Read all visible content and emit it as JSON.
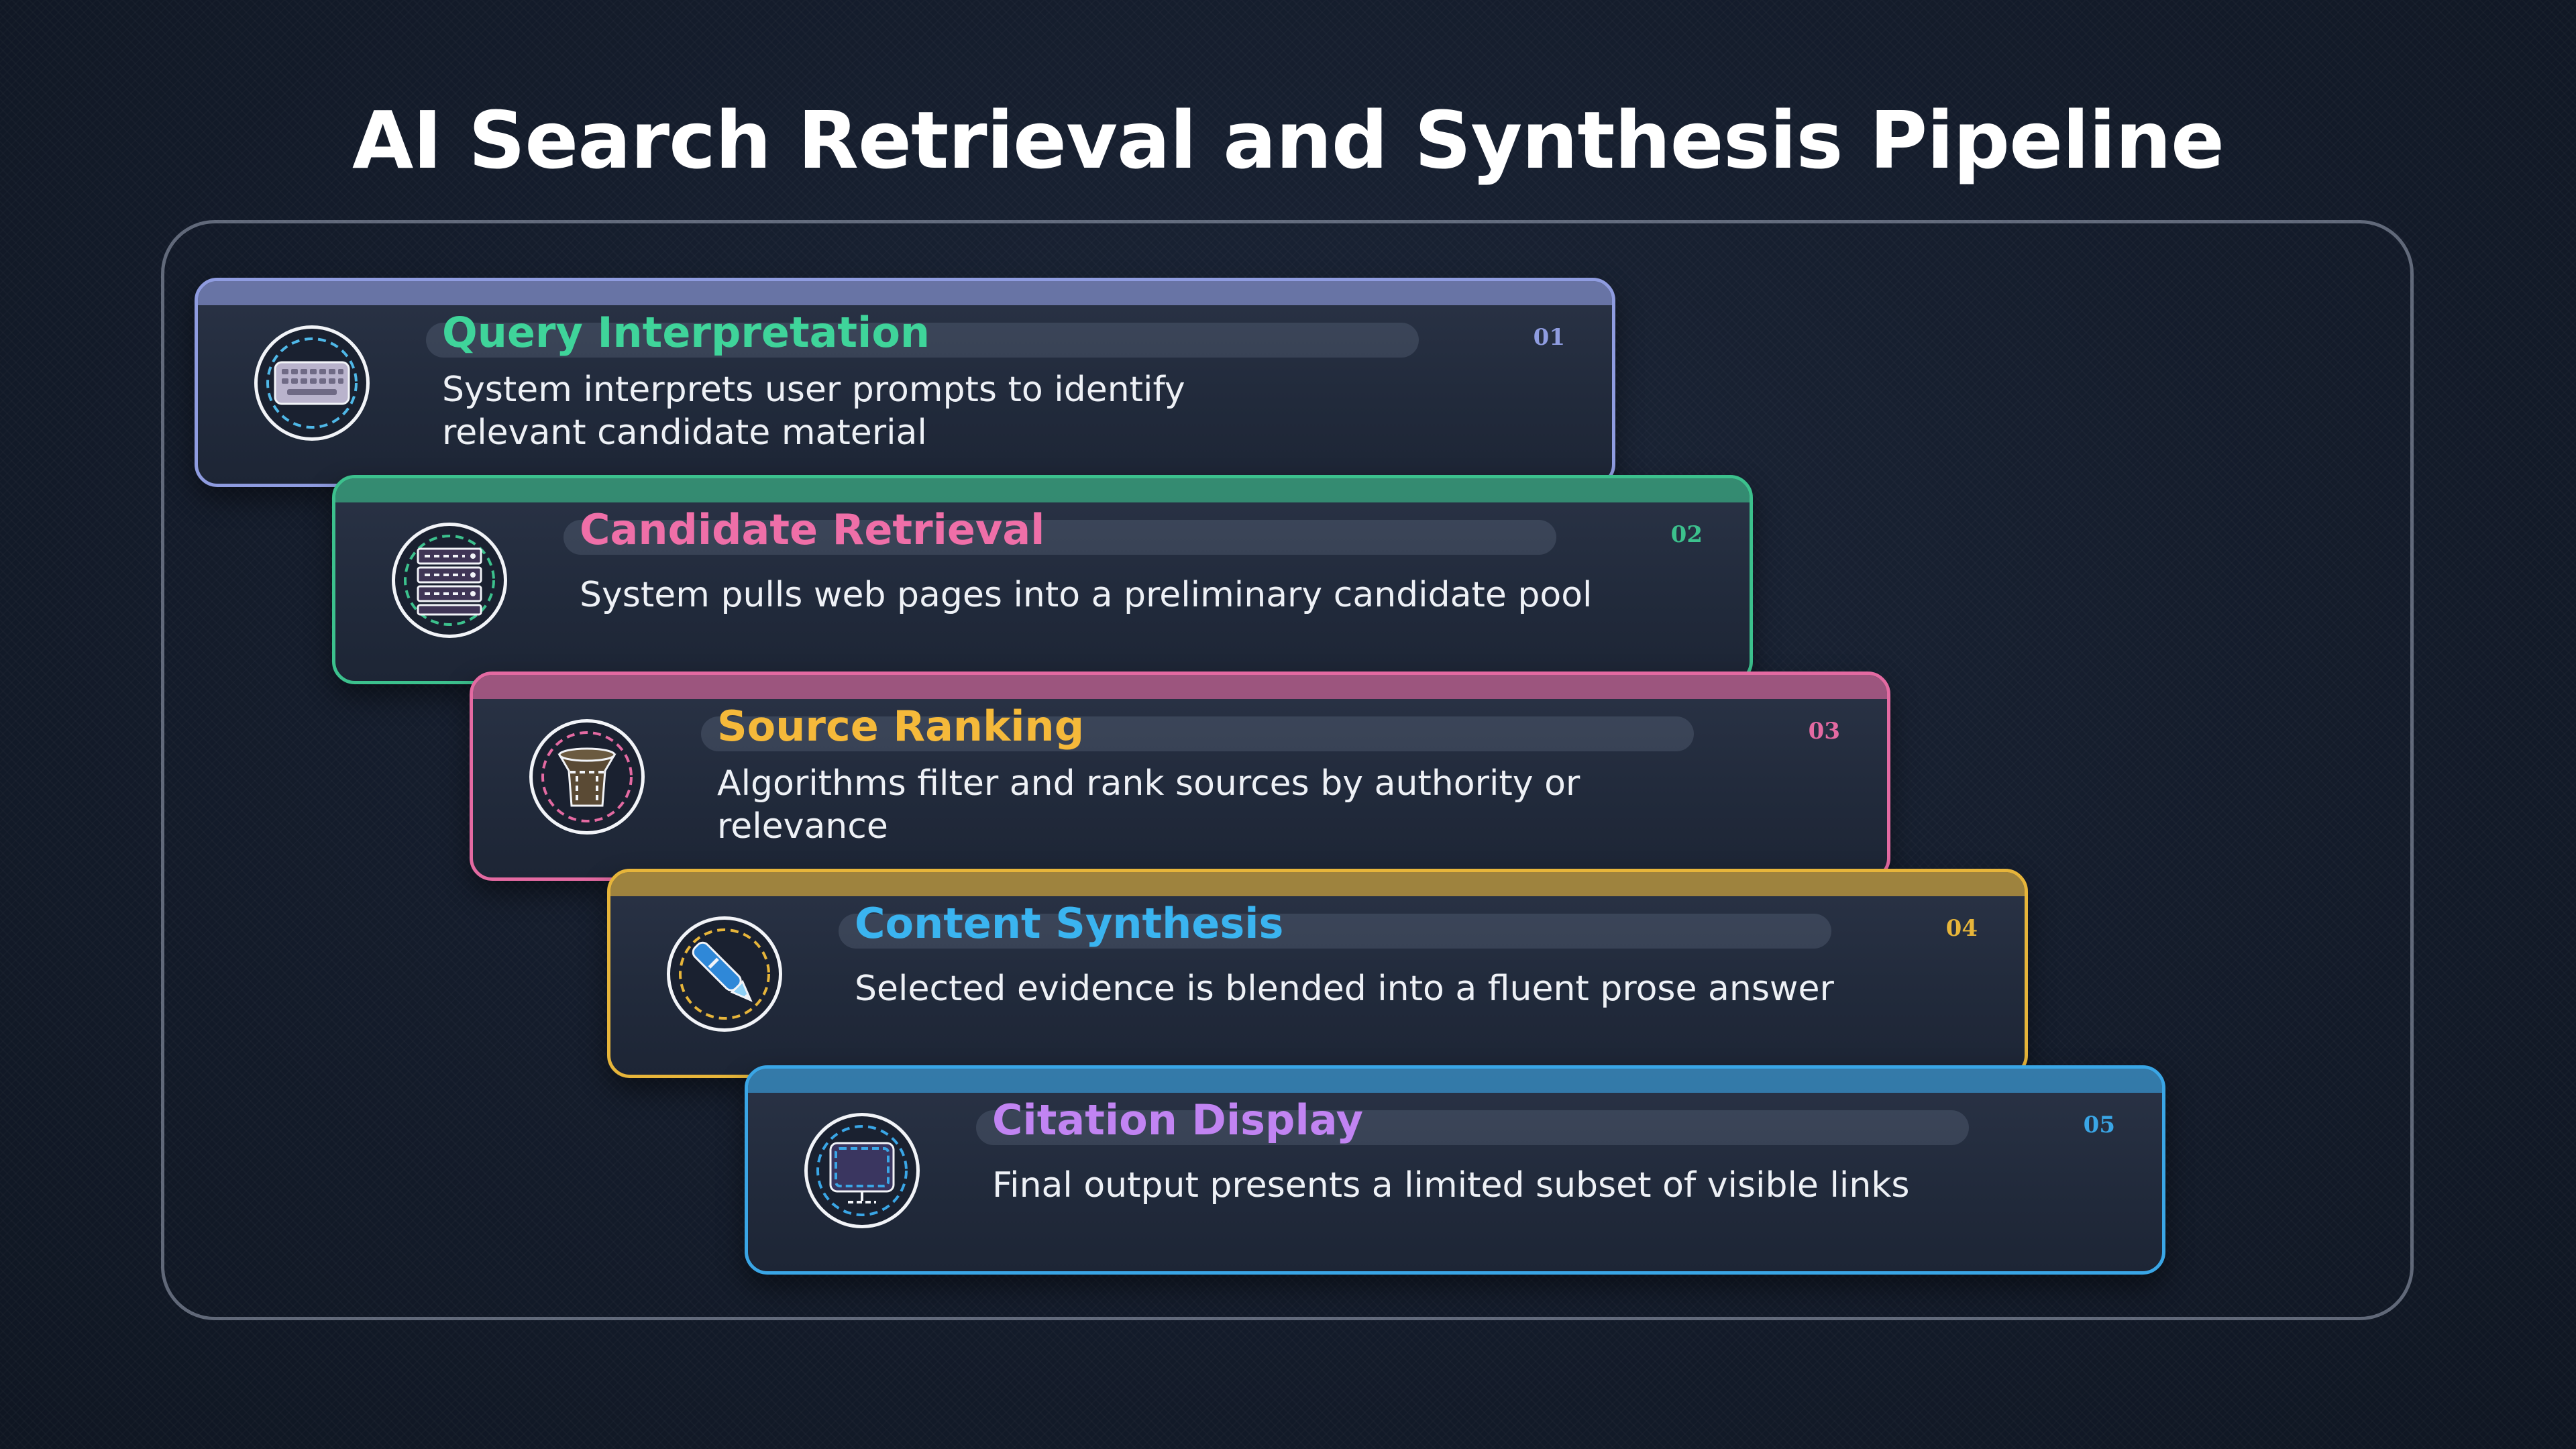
{
  "title": "AI Search Retrieval and Synthesis Pipeline",
  "steps": [
    {
      "number": "01",
      "title": "Query Interpretation",
      "description": "System interprets user prompts to identify relevant candidate material",
      "icon": "keyboard-icon",
      "accent": "#8f9ce0",
      "title_color": "#3fd49a"
    },
    {
      "number": "02",
      "title": "Candidate Retrieval",
      "description": "System pulls web pages into a preliminary candidate pool",
      "icon": "server-icon",
      "accent": "#3cc18d",
      "title_color": "#ef6fa8"
    },
    {
      "number": "03",
      "title": "Source Ranking",
      "description": "Algorithms filter and rank sources by authority or relevance",
      "icon": "filter-icon",
      "accent": "#e46aa2",
      "title_color": "#f5b93a"
    },
    {
      "number": "04",
      "title": "Content Synthesis",
      "description": "Selected evidence is blended into a fluent prose answer",
      "icon": "pen-icon",
      "accent": "#e7b53a",
      "title_color": "#3ab4f0"
    },
    {
      "number": "05",
      "title": "Citation Display",
      "description": "Final output presents a limited subset of visible links",
      "icon": "monitor-icon",
      "accent": "#3aa6e6",
      "title_color": "#c184f2"
    }
  ]
}
